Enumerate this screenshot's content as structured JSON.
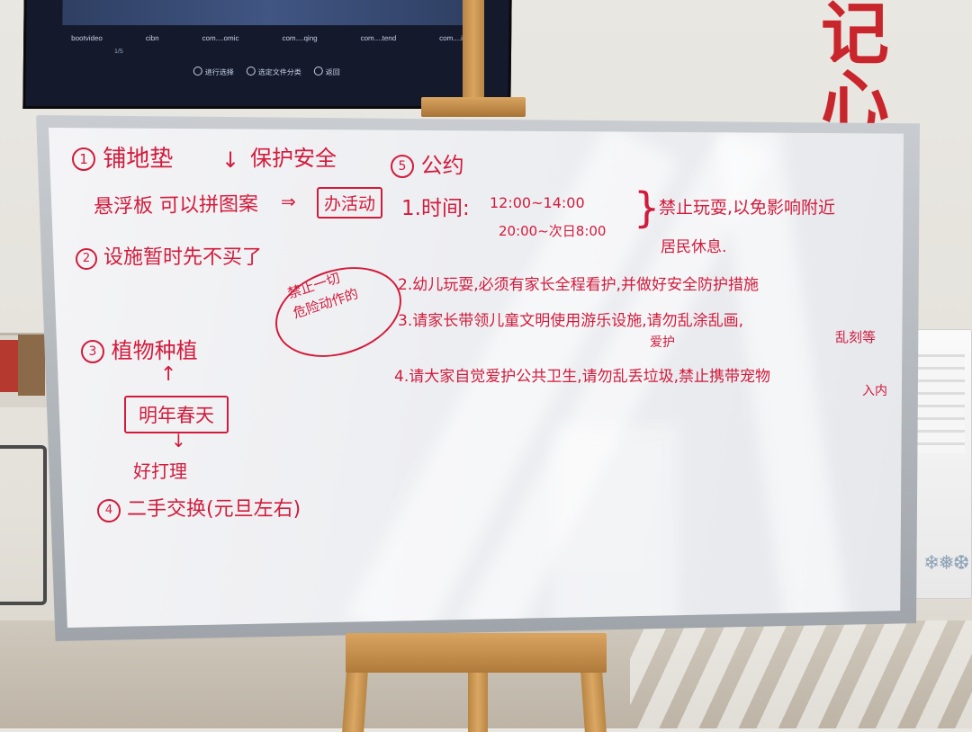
{
  "scene": {
    "tv": {
      "tabs": [
        "bootvideo",
        "cibn",
        "com....omic",
        "com....qing",
        "com....tend",
        "com....ideo"
      ],
      "page_indicator": "1/5",
      "hints": [
        "进行选择",
        "选定文件分类",
        "返回"
      ]
    },
    "wall_sign": "记 心",
    "board_accent_color": "#d21b3c"
  },
  "board": {
    "s1": {
      "num": "1",
      "title": "铺地垫",
      "arrow": "↓",
      "note": "保护安全",
      "line2": "悬浮板 可以拼图案",
      "arrow2": "⇒",
      "box": "办活动"
    },
    "s2": {
      "num": "2",
      "text": "设施暂时先不买了"
    },
    "s3": {
      "num": "3",
      "title": "植物种植",
      "up": "↑",
      "box": "明年春天",
      "down": "↓",
      "note": "好打理"
    },
    "s4": {
      "num": "4",
      "text": "二手交换(元旦左右)"
    },
    "s5": {
      "num": "5",
      "title": "公约",
      "rule1_label": "1.时间:",
      "rule1_time1": "12:00~14:00",
      "rule1_time2": "20:00~次日8:00",
      "rule1_brace": "}",
      "rule1_note_a": "禁止玩耍,以免影响附近",
      "rule1_note_b": "居民休息.",
      "rule2": "2.幼儿玩耍,必须有家长全程看护,并做好安全防护措施",
      "rule3": "3.请家长带领儿童文明使用游乐设施,请勿乱涂乱画,",
      "rule3_insert": "爱护",
      "rule3_tail": "乱刻等",
      "rule4": "4.请大家自觉爱护公共卫生,请勿乱丢垃圾,禁止携带宠物",
      "rule4_tail": "入内",
      "side_note_a": "禁止一切",
      "side_note_b": "危险动作的"
    }
  }
}
